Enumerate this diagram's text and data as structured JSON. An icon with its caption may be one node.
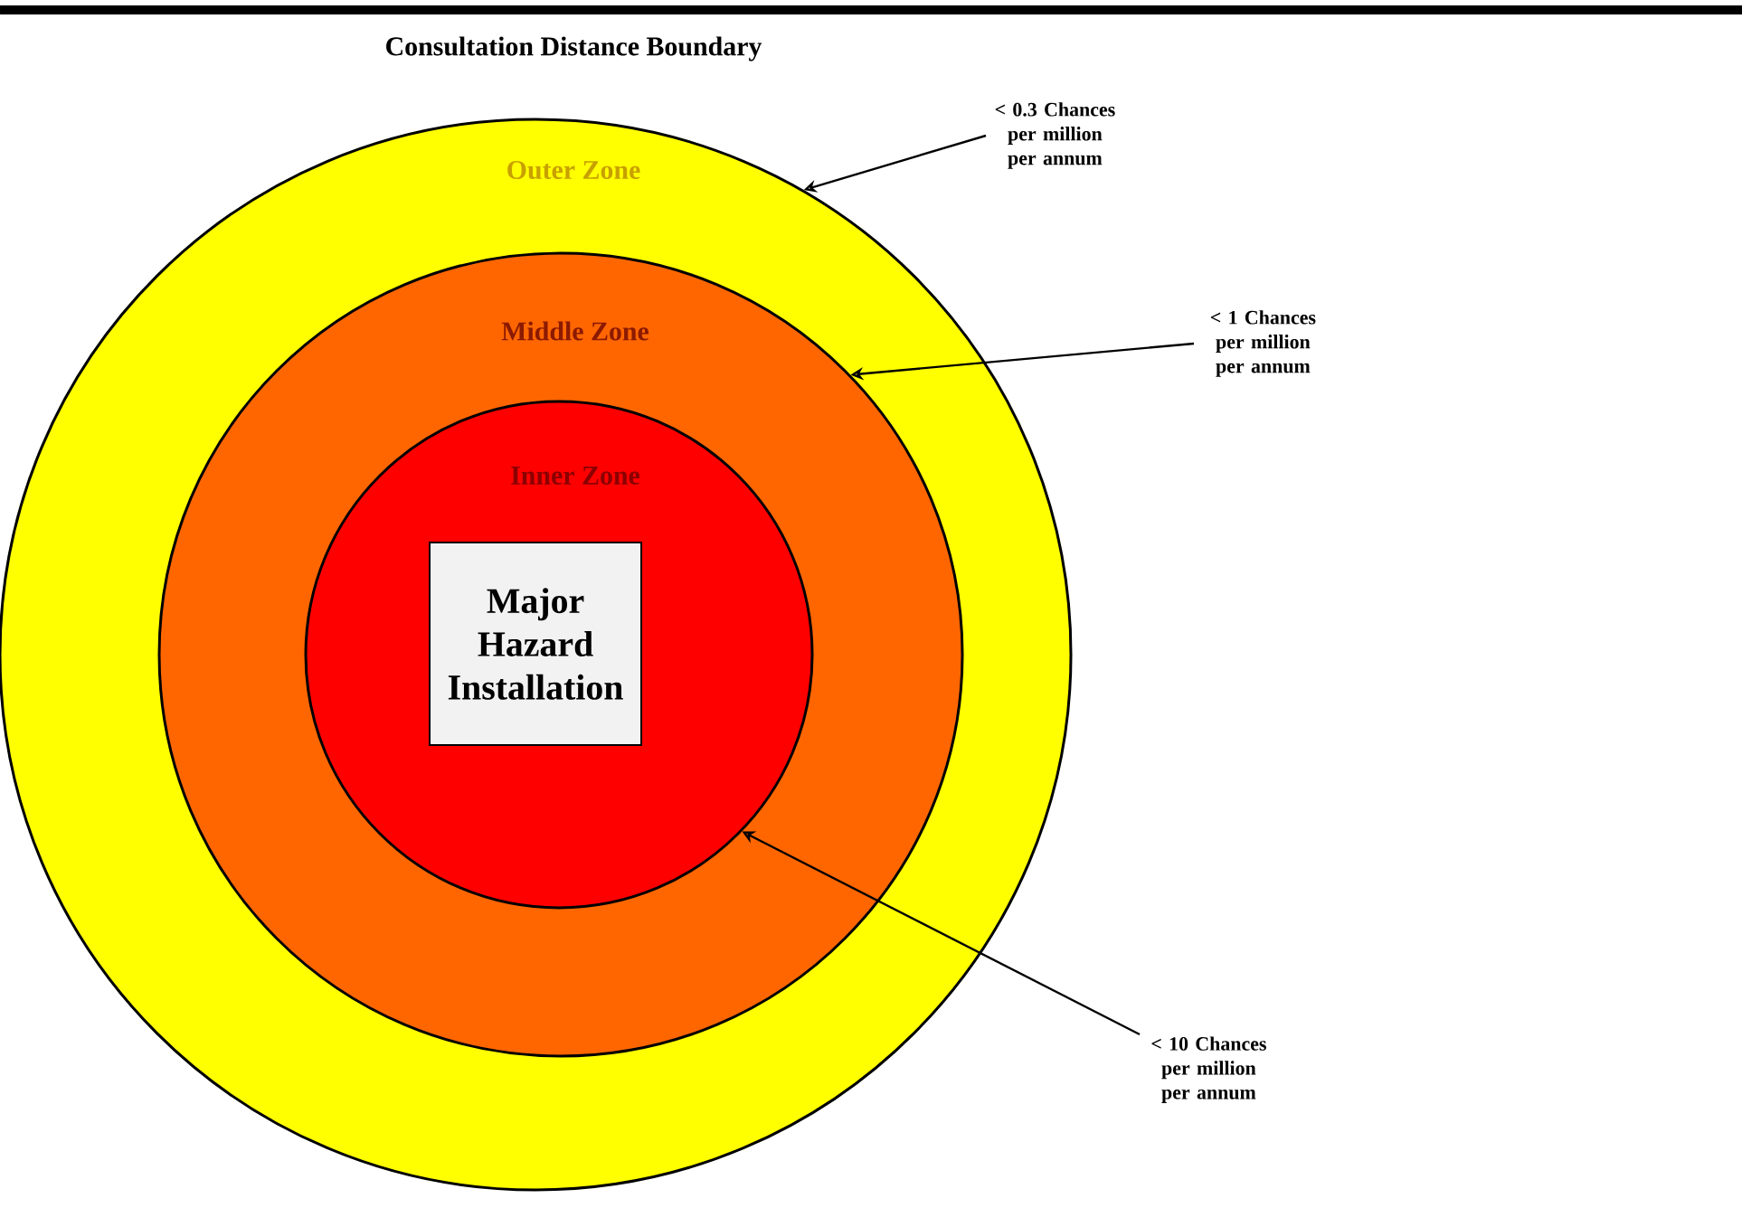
{
  "diagram": {
    "title": "Consultation Distance Boundary",
    "nodes": [
      {
        "text": [
          "Outer Zone"
        ]
      },
      {
        "text": [
          "Middle Zone"
        ],
        "in": 0
      },
      {
        "text": [
          "Inner Zone"
        ],
        "in": 1
      },
      {
        "text": [
          "Major Hazard Installation"
        ],
        "in": 2
      },
      {
        "text": [
          "< 0.3 Chances per million per annum"
        ]
      },
      {
        "text": [
          "< 1 Chances per million per annum"
        ]
      },
      {
        "text": [
          "< 10 Chances per million per annum"
        ]
      }
    ],
    "edges": [
      {
        "from": 4,
        "to": 0,
        "arrow": "to"
      },
      {
        "from": 5,
        "to": 1,
        "arrow": "to"
      },
      {
        "from": 6,
        "to": 2,
        "arrow": "to"
      }
    ]
  }
}
